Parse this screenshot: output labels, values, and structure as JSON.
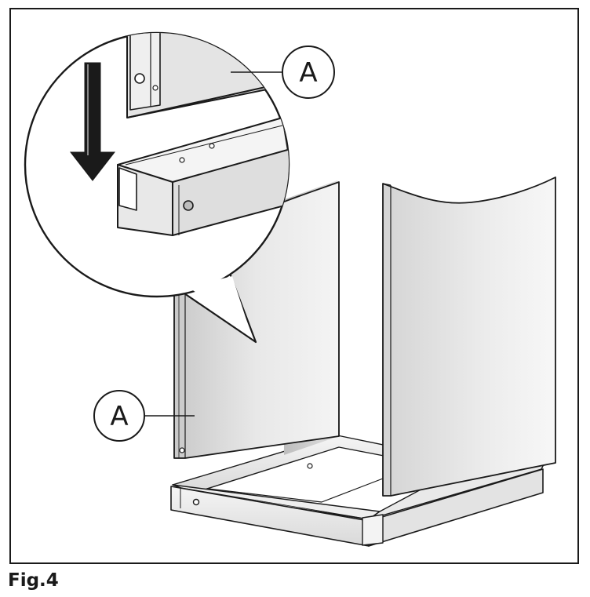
{
  "figure": {
    "caption": "Fig.4",
    "callouts": [
      {
        "id": "A-top",
        "label": "A"
      },
      {
        "id": "A-bottom",
        "label": "A"
      }
    ]
  },
  "colors": {
    "line": "#1a1a1a",
    "panel_light": "#f2f2f2",
    "panel_mid": "#dcdcdc",
    "panel_dark": "#bdbdbd",
    "background": "#ffffff"
  }
}
